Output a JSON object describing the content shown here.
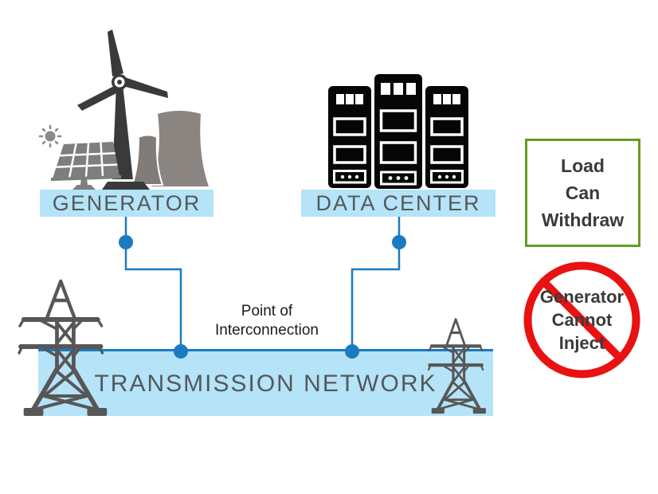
{
  "generator": {
    "label": "GENERATOR"
  },
  "data_center": {
    "label": "DATA CENTER"
  },
  "transmission_network": {
    "label": "TRANSMISSION NETWORK"
  },
  "point_of_interconnection": {
    "lines": [
      "Point of",
      "Interconnection"
    ]
  },
  "load_box": {
    "lines": [
      "Load",
      "Can",
      "Withdraw"
    ]
  },
  "prohibition": {
    "lines": [
      "Generator",
      "Cannot",
      "Inject"
    ]
  },
  "icons": {
    "generator_group": [
      "sun-icon",
      "solar-panel-icon",
      "wind-turbine-icon",
      "cooling-towers-icon"
    ],
    "data_center_group": [
      "server-rack-icon",
      "server-rack-icon",
      "server-rack-icon"
    ],
    "network_group": [
      "transmission-tower-icon",
      "transmission-tower-icon"
    ],
    "annotations": [
      "connection-node-dot",
      "prohibition-circle-icon"
    ]
  },
  "colors": {
    "banner-blue": "#b5e3f8",
    "line-blue": "#1a7bc0",
    "allow-green": "#669b22",
    "prohibit-red": "#e81212",
    "icon-dark": "#3a3a3a",
    "rack-black": "#060606",
    "tower-gray": "#8a8581",
    "tower-gray-2": "#817c78",
    "pylon-gray": "#575757",
    "panel-gray": "#7e7e7e",
    "sun-gray": "#8a8a8a",
    "label-gray": "#54585a",
    "text-dark": "#3a3a3a",
    "poi-dark": "#1a1a1a"
  }
}
